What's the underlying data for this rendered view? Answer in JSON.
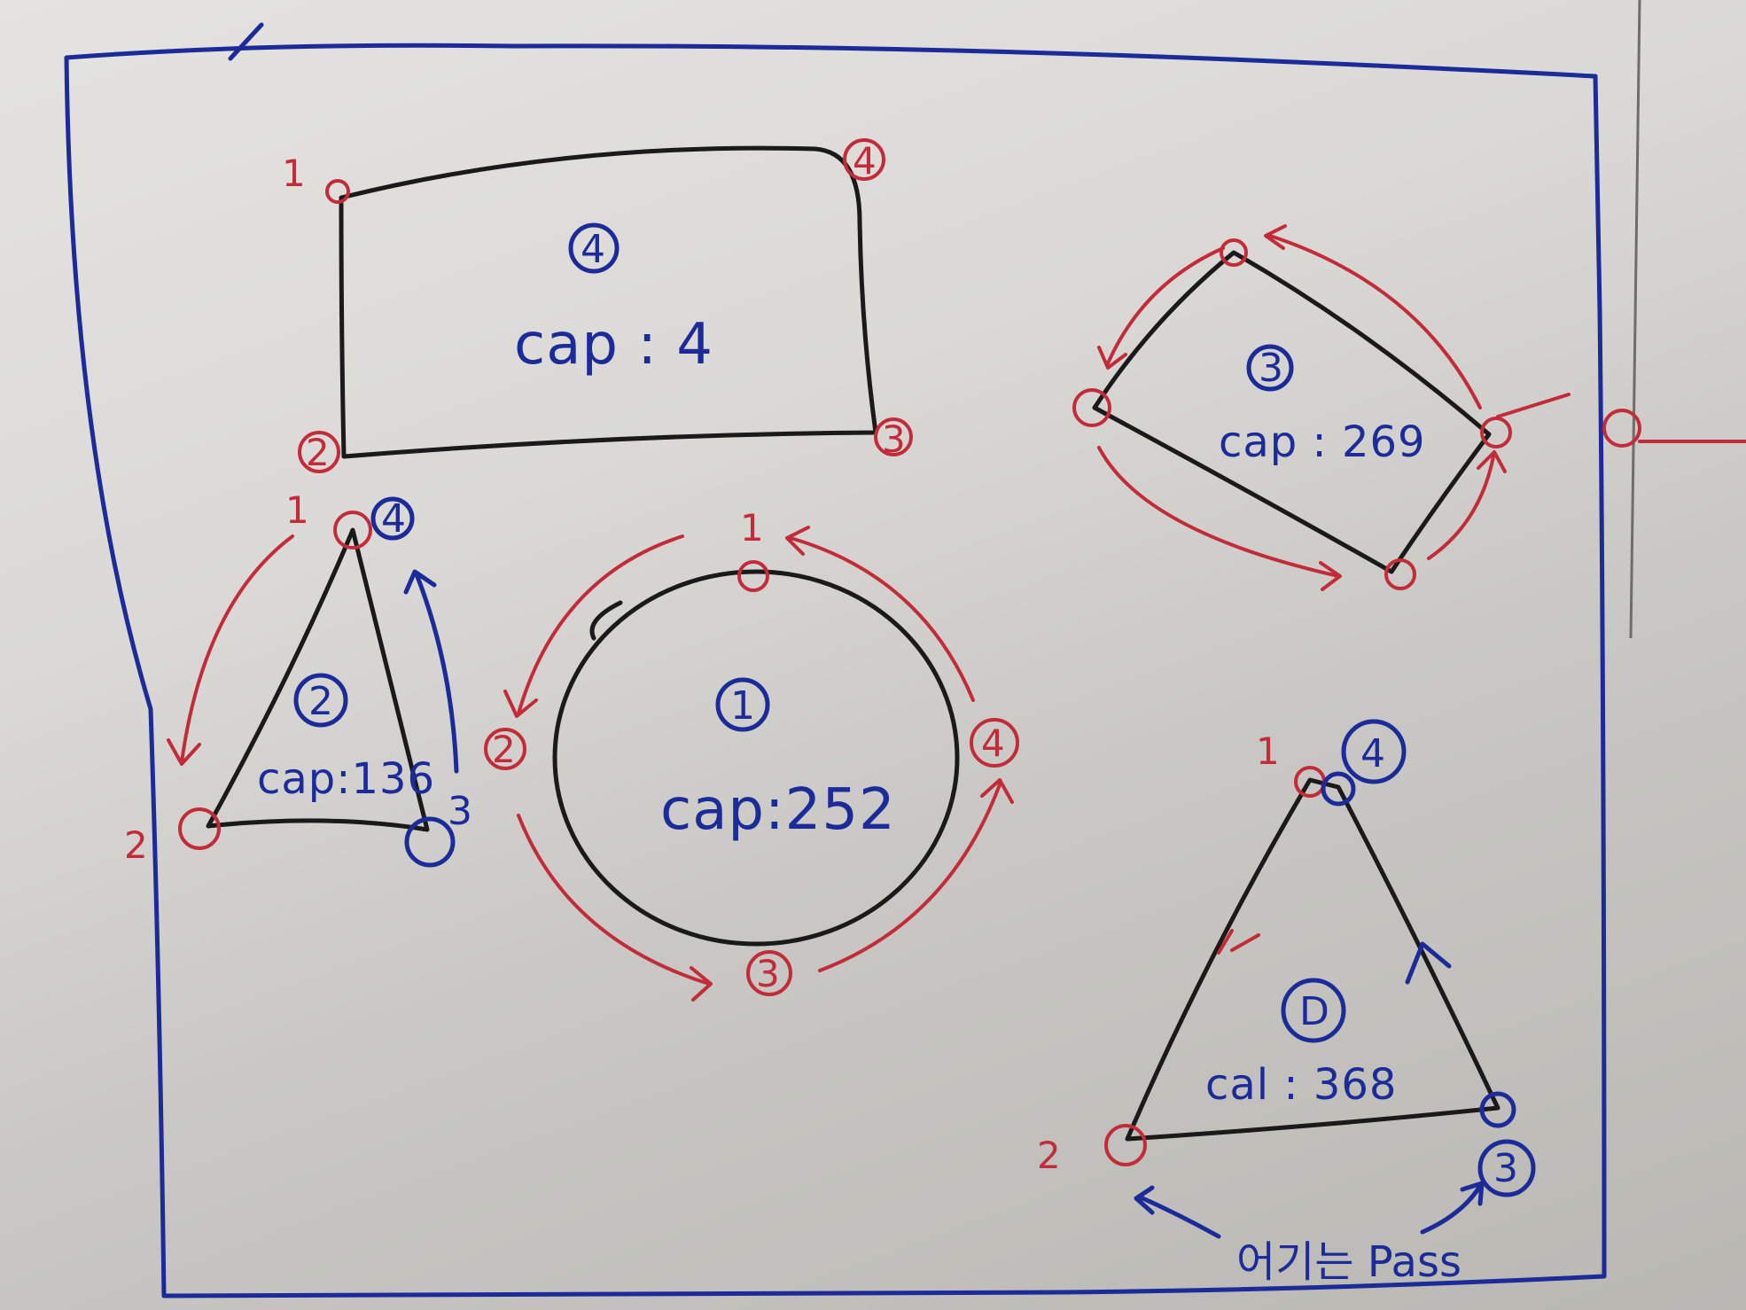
{
  "shapes": [
    {
      "id": "rectangle",
      "index": "4",
      "cap": "cap : 4",
      "vertices": [
        "1",
        "2",
        "3",
        "4"
      ]
    },
    {
      "id": "triangle-left",
      "index": "2",
      "cap": "cap:136",
      "vertices": [
        "1",
        "2",
        "3",
        "4"
      ]
    },
    {
      "id": "circle",
      "index": "1",
      "cap": "cap:252",
      "vertices": [
        "1",
        "2",
        "3",
        "4"
      ]
    },
    {
      "id": "quad",
      "index": "3",
      "cap": "cap : 269"
    },
    {
      "id": "triangle-right",
      "index": "D",
      "cap": "cal : 368",
      "vertices": [
        "1",
        "2",
        "3",
        "4"
      ]
    }
  ],
  "note": "어기는 Pass",
  "colors": {
    "outline": "#1c2a9a",
    "shape_stroke": "#1a1a1a",
    "vertex_red": "#c42b3a",
    "paper": "#e2e1dd"
  }
}
